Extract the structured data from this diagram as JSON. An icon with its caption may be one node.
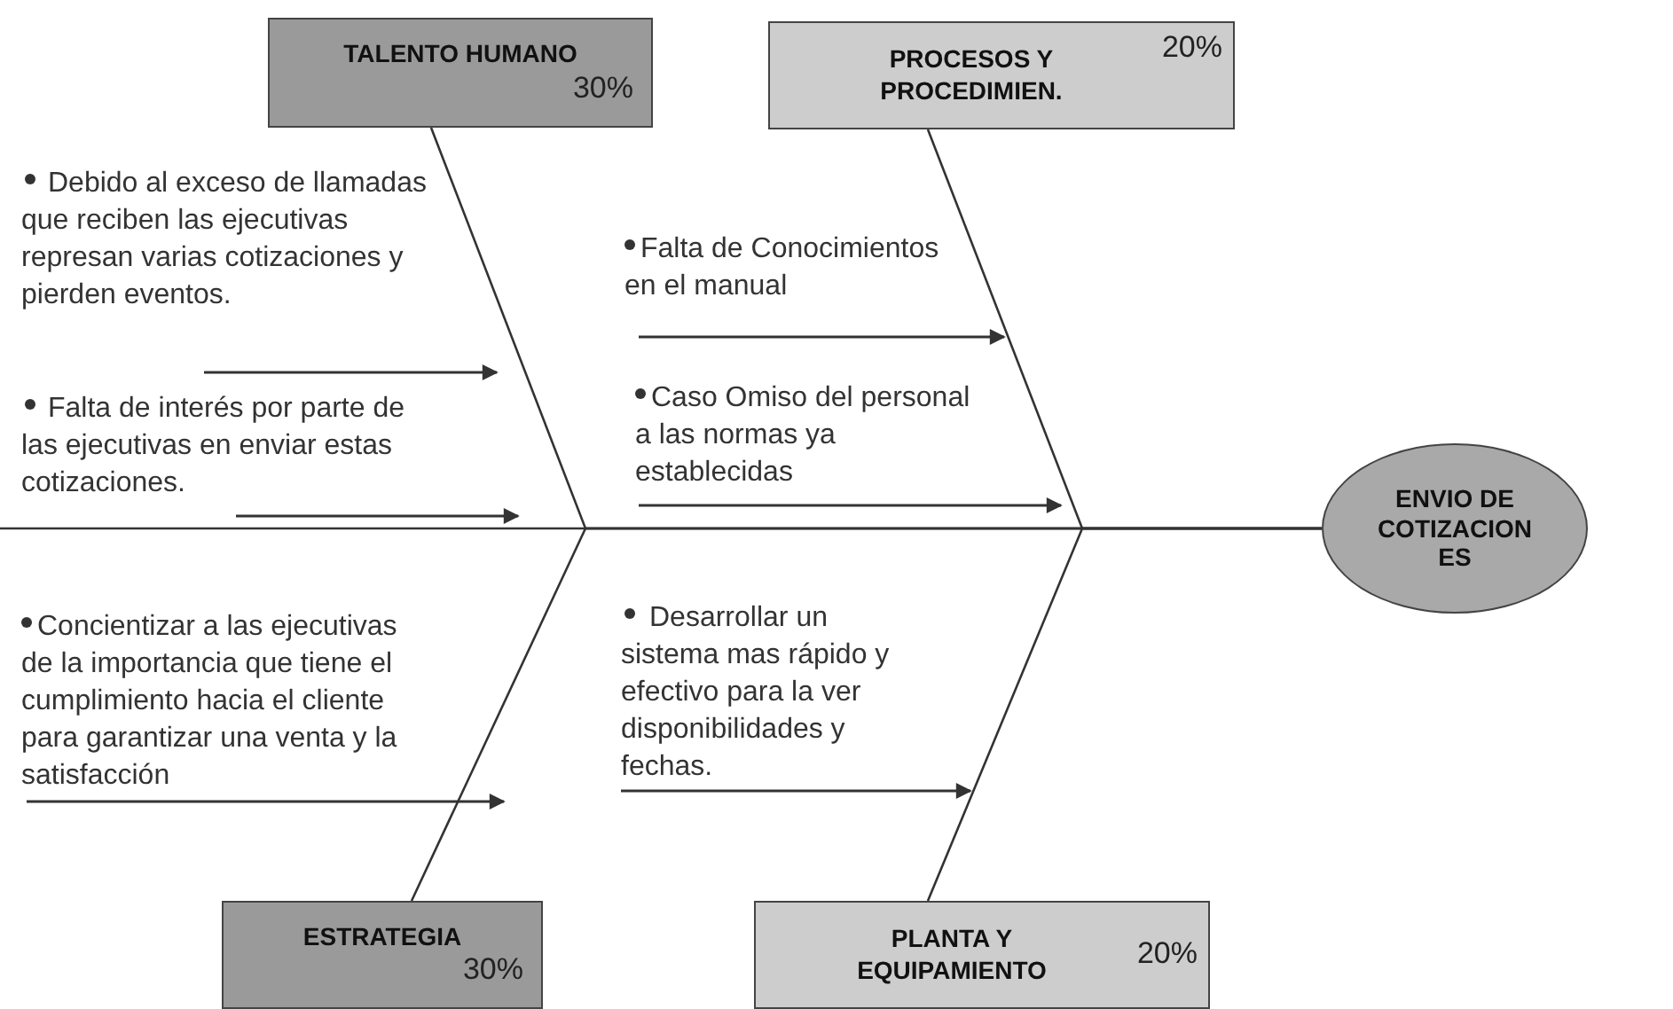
{
  "diagram": {
    "nodes": [
      {
        "text": [
          "TALENTO HUMANO",
          "30%"
        ]
      },
      {
        "text": [
          "PROCESOS Y PROCEDIMIEN.",
          "20%"
        ]
      },
      {
        "text": [
          "Debido al exceso de llamadas que reciben las ejecutivas represan varias cotizaciones y pierden eventos."
        ]
      },
      {
        "text": [
          "Falta de Conocimientos en el manual"
        ]
      },
      {
        "text": [
          "Falta de interés por parte de las ejecutivas en enviar estas cotizaciones."
        ]
      },
      {
        "text": [
          "Caso Omiso del personal a las normas ya establecidas"
        ]
      },
      {
        "text": [
          "ENVIO DE COTIZACION ES"
        ]
      },
      {
        "text": [
          "Concientizar a las ejecutivas de la importancia que tiene el cumplimiento hacia el cliente para garantizar una venta y la satisfacción"
        ]
      },
      {
        "text": [
          "Desarrollar un sistema mas rápido y efectivo para la ver disponibilidades y fechas."
        ]
      },
      {
        "text": [
          "ESTRATEGIA",
          "30%"
        ]
      },
      {
        "text": [
          "PLANTA Y EQUIPAMIENTO",
          "20%"
        ]
      }
    ],
    "edges": [
      {
        "from": null,
        "to": 6,
        "arrow": "none"
      },
      {
        "from": 0,
        "to": 6,
        "arrow": "none"
      },
      {
        "from": 1,
        "to": 6,
        "arrow": "none"
      },
      {
        "from": 9,
        "to": 6,
        "arrow": "none"
      },
      {
        "from": 10,
        "to": 6,
        "arrow": "none"
      },
      {
        "from": 2,
        "to": null,
        "arrow": "to"
      },
      {
        "from": 4,
        "to": null,
        "arrow": "to"
      },
      {
        "from": 3,
        "to": null,
        "arrow": "to"
      },
      {
        "from": 5,
        "to": null,
        "arrow": "to"
      },
      {
        "from": 7,
        "to": null,
        "arrow": "to"
      },
      {
        "from": 8,
        "to": null,
        "arrow": "to"
      }
    ]
  }
}
